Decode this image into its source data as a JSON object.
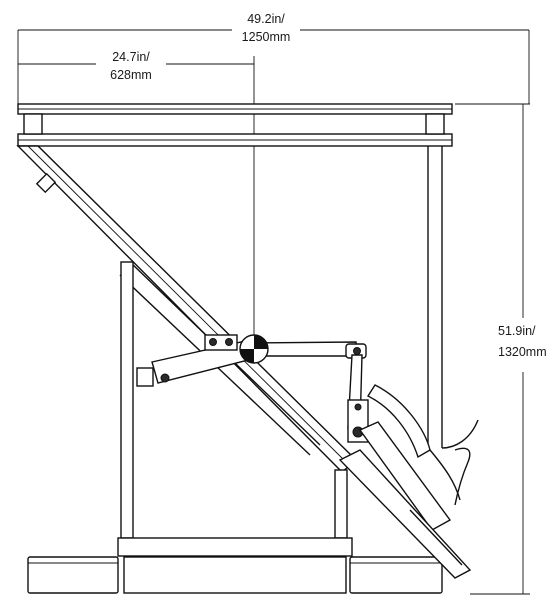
{
  "dimensions": {
    "overall_width": {
      "line1": "49.2in/",
      "line2": "1250mm"
    },
    "center_width": {
      "line1": "24.7in/",
      "line2": "628mm"
    },
    "overall_height": {
      "line1": "51.9in/",
      "line2": "1320mm"
    }
  }
}
